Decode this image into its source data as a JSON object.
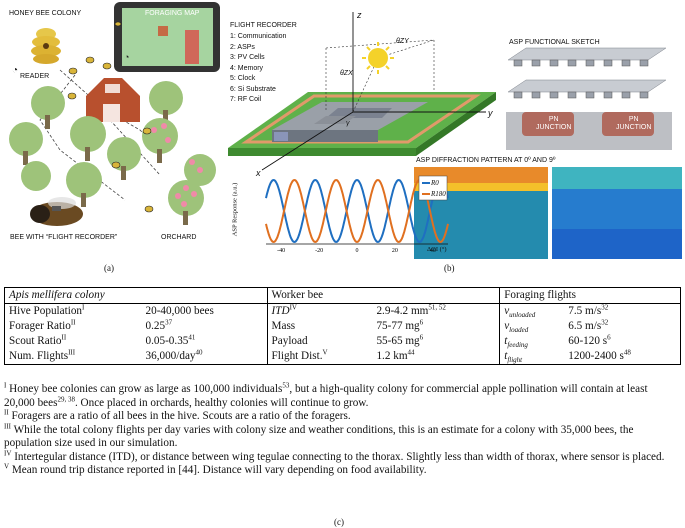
{
  "panel_a": {
    "colony_title": "HONEY BEE COLONY",
    "map_title": "FORAGING MAP",
    "reader_label": "READER",
    "bee_label": "BEE WITH “FLIGHT RECORDER”",
    "orchard_label": "ORCHARD",
    "caption": "(a)"
  },
  "panel_b": {
    "recorder_title": "FLIGHT RECORDER",
    "components": [
      "1: Communication",
      "2: ASPs",
      "3: PV Cells",
      "4: Memory",
      "5: Clock",
      "6: Si Substrate",
      "7: RF Coil"
    ],
    "axis_z": "z",
    "axis_y": "y",
    "axis_x": "x",
    "angle_zy": "θZY",
    "angle_zx": "θZX",
    "angle_gamma": "γ",
    "sketch_title": "ASP FUNCTIONAL SKETCH",
    "junction_label_a": "PN",
    "junction_label_b": "JUNCTION",
    "diffraction_title": "ASP DIFFRACTION PATTERN AT 0º AND 9º",
    "caption": "(b)"
  },
  "chart_data": {
    "type": "line",
    "ylabel": "ASP Response (a.u.)",
    "xlabel": "ΔOI (°)",
    "xticks": [
      -40,
      -20,
      0,
      20,
      40
    ],
    "xlim": [
      -48,
      48
    ],
    "series": [
      {
        "name": "R0",
        "color": "#1f6fc1",
        "period_deg": 22,
        "phase_deg": 0
      },
      {
        "name": "R180",
        "color": "#e07020",
        "period_deg": 22,
        "phase_deg": 11
      }
    ],
    "legend": "top-right"
  },
  "table": {
    "groups": [
      "Apis mellifera colony",
      "Worker bee",
      "Foraging flights"
    ],
    "rows": [
      [
        "Hive Population",
        "I",
        "20-40,000 bees",
        "ITD",
        "IV",
        "2.9-4.2 mm",
        "51, 52",
        "v",
        "unloaded",
        "7.5 m/s",
        "32"
      ],
      [
        "Forager Ratio",
        "II",
        "0.25",
        "Mass",
        "",
        "75-77 mg",
        "6",
        "v",
        "loaded",
        "6.5 m/s",
        "32"
      ],
      [
        "Scout Ratio",
        "II",
        "0.05-0.35",
        "Payload",
        "",
        "55-65 mg",
        "6",
        "t",
        "feeding",
        "60-120 s",
        "6"
      ],
      [
        "Num. Flights",
        "III",
        "36,000/day",
        "Flight Dist.",
        "V",
        "1.2 km",
        "44",
        "t",
        "flight",
        "1200-2400 s",
        "48"
      ]
    ],
    "col2_sups": [
      "",
      "37",
      "41",
      "40"
    ]
  },
  "notes": [
    {
      "mark": "I",
      "text_a": " Honey bee colonies can grow as large as  100,000 individuals",
      "ref_a": "53",
      "text_b": ", but a high-quality colony for commercial apple pollination will contain at least 20,000 bees",
      "ref_b": "29, 38",
      "text_c": ". Once placed in orchards, healthy colonies will continue to grow."
    },
    {
      "mark": "II",
      "text_a": " Foragers are a ratio of all bees in the hive. Scouts are a ratio of the foragers.",
      "ref_a": "",
      "text_b": "",
      "ref_b": "",
      "text_c": ""
    },
    {
      "mark": "III",
      "text_a": " While the total colony flights per day varies with colony size and weather conditions, this is an estimate for a colony with 35,000 bees, the population size used in our simulation.",
      "ref_a": "",
      "text_b": "",
      "ref_b": "",
      "text_c": ""
    },
    {
      "mark": "IV",
      "text_a": " Intertegular distance (ITD), or distance between wing tegulae connecting to the thorax. Slightly less than width of thorax, where sensor is placed.",
      "ref_a": "",
      "text_b": "",
      "ref_b": "",
      "text_c": ""
    },
    {
      "mark": "V",
      "text_a": " Mean round trip distance reported in [44]. Distance will vary depending on food availability.",
      "ref_a": "",
      "text_b": "",
      "ref_b": "",
      "text_c": ""
    }
  ],
  "caption_c": "(c)"
}
